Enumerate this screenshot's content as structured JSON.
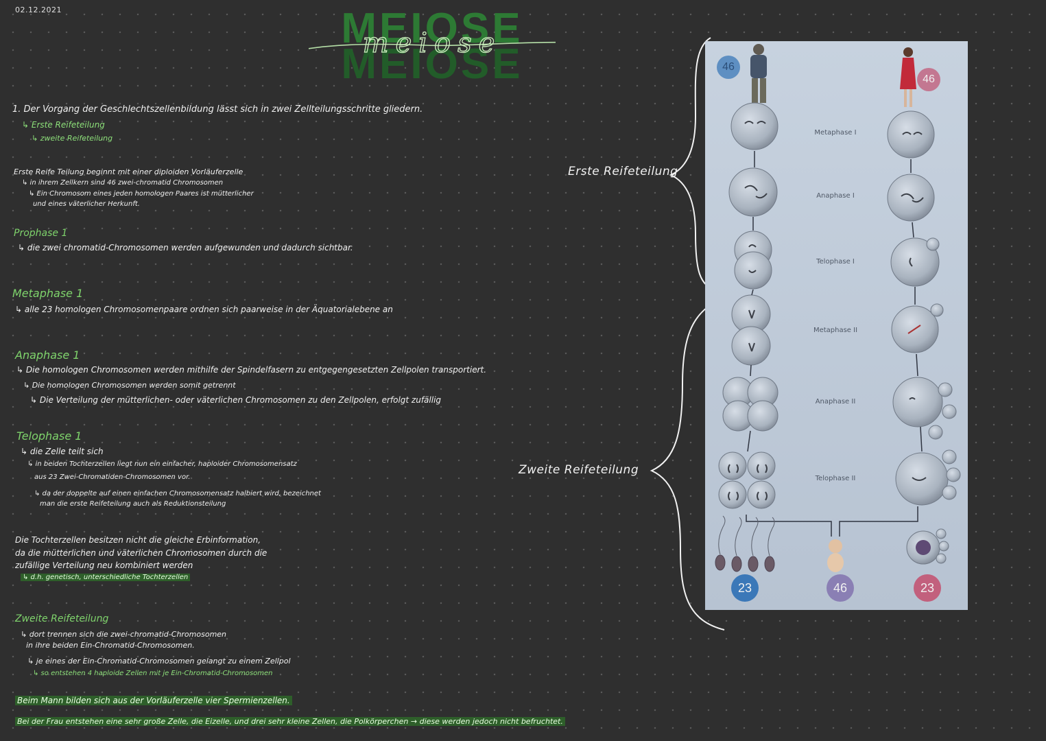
{
  "date": "02.12.2021",
  "title": {
    "block": "MEIOSE",
    "script": "meiose"
  },
  "notes": {
    "intro": "1. Der Vorgang der Geschlechtszellenbildung lässt sich in zwei Zellteilungsschritte gliedern.",
    "intro_sub1": "↳ Erste Reifeteilung",
    "intro_sub2": "↳ zweite Reifeteilung",
    "first_l1": "Erste Reife Teilung beginnt mit einer diploiden Vorläuferzelle",
    "first_l2": "↳ in ihrem Zellkern sind 46 zwei-chromatid Chromosomen",
    "first_l3": "↳ Ein Chromosom eines jeden homologen Paares ist mütterlicher",
    "first_l4": "und eines väterlicher Herkunft.",
    "prophase_head": "Prophase 1",
    "prophase_l1": "↳ die zwei chromatid-Chromosomen werden aufgewunden und dadurch sichtbar.",
    "metaphase_head": "Metaphase 1",
    "metaphase_l1": "↳ alle 23 homologen Chromosomenpaare ordnen sich paarweise in der Äquatorialebene an",
    "anaphase_head": "Anaphase 1",
    "anaphase_l1": "↳ Die homologen Chromosomen werden mithilfe der Spindelfasern zu entgegengesetzten Zellpolen transportiert.",
    "anaphase_l2": "↳ Die homologen Chromosomen werden somit getrennt",
    "anaphase_l3": "↳ Die Verteilung der mütterlichen- oder väterlichen Chromosomen zu den Zellpolen, erfolgt zufällig",
    "telophase_head": "Telophase 1",
    "telophase_l1": "↳ die Zelle teilt sich",
    "telophase_l2": "↳ in beiden Tochterzellen liegt nun ein einfacher, haploider Chromosomensatz",
    "telophase_l3": "aus 23 Zwei-Chromatiden-Chromosomen vor.",
    "telophase_l4": "↳ da der doppelte auf einen einfachen Chromosomensatz halbiert wird, bezeichnet",
    "telophase_l5": "man die erste Reifeteilung auch als Reduktionsteilung",
    "daughter_l1": "Die Tochterzellen besitzen nicht die gleiche Erbinformation,",
    "daughter_l2": "da die mütterlichen und väterlichen Chromosomen durch die",
    "daughter_l3": "zufällige Verteilung neu kombiniert werden",
    "daughter_l4": "↳ d.h. genetisch, unterschiedliche Tochterzellen",
    "second_head": "Zweite Reifeteilung",
    "second_l1": "↳ dort trennen sich die zwei-chromatid-Chromosomen",
    "second_l2": "in ihre beiden Ein-Chromatid-Chromosomen.",
    "second_l3": "↳ je eines der Ein-Chromatid-Chromosomen gelangt zu einem Zellpol",
    "second_l4": "↳ so entstehen 4 haploide Zellen mit je Ein-Chromatid-Chromosomen",
    "man_line": "Beim Mann bilden sich aus der Vorläuferzelle vier Spermienzellen.",
    "woman_line": "Bei der Frau entstehen eine sehr große Zelle, die Eizelle, und drei sehr kleine Zellen, die Polkörperchen → diese werden jedoch nicht befruchtet."
  },
  "brackets": {
    "first": "Erste Reifeteilung",
    "second": "Zweite Reifeteilung"
  },
  "figure": {
    "stages": [
      "Metaphase I",
      "Anaphase I",
      "Telophase I",
      "Metaphase II",
      "Anaphase II",
      "Telophase II"
    ],
    "badges": {
      "man": "46",
      "woman": "46",
      "sperm": "23",
      "child": "46",
      "egg": "23"
    },
    "colors": {
      "male_badge": "#3b78b8",
      "female_badge": "#c2607d",
      "child_badge": "#8a7fb4"
    }
  }
}
